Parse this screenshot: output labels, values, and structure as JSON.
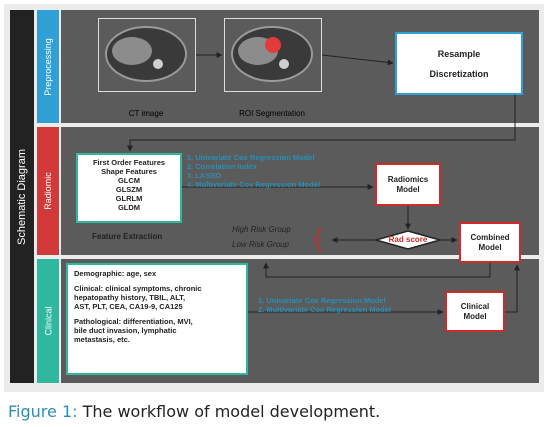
{
  "side_title": "Schematic Diagram",
  "sections": {
    "preprocessing": "Preprocessing",
    "radiomic": "Radiomic",
    "clinical": "Clinical"
  },
  "preprocessing": {
    "ct_image_label": "CT image",
    "roi_label": "ROI Segmentation",
    "resample": "Resample",
    "discretization": "Discretization"
  },
  "radiomic": {
    "features": [
      "First Order Features",
      "Shape Features",
      "GLCM",
      "GLSZM",
      "GLRLM",
      "GLDM"
    ],
    "feature_extraction": "Feature Extraction",
    "methods": [
      "1. Univariate Cox Regression Model",
      "2. Correlation Index",
      "3. LASSO",
      "4. Multivariate Cox Regression Model"
    ],
    "radiomics_model": [
      "Radiomics",
      "Model"
    ],
    "rad_score": "Rad score",
    "high_risk": "High Risk Group",
    "low_risk": "Low Risk Group",
    "combined_model": [
      "Combined",
      "Model"
    ]
  },
  "clinical": {
    "demographic": "Demographic: age, sex",
    "clinical_lines": [
      "Clinical: clinical symptoms, chronic",
      "hepatopathy history, TBIL, ALT,",
      "AST, PLT, CEA, CA19-9, CA125"
    ],
    "pathological_lines": [
      "Pathological: differentiation, MVI,",
      "bile duct invasion, lymphatic",
      "metastasis, etc."
    ],
    "methods": [
      "1. Univariate Cox Regression Model",
      "2. Multivariate Cox Regression Model"
    ],
    "clinical_model": [
      "Clinical",
      "Model"
    ]
  },
  "caption": {
    "prefix": "Figure 1:",
    "text": " The workflow of model development."
  },
  "colors": {
    "preprocessing": "#2f9fd6",
    "radiomic": "#d23a3a",
    "clinical": "#2fb7a0",
    "accent_text": "#2a8fb5"
  }
}
